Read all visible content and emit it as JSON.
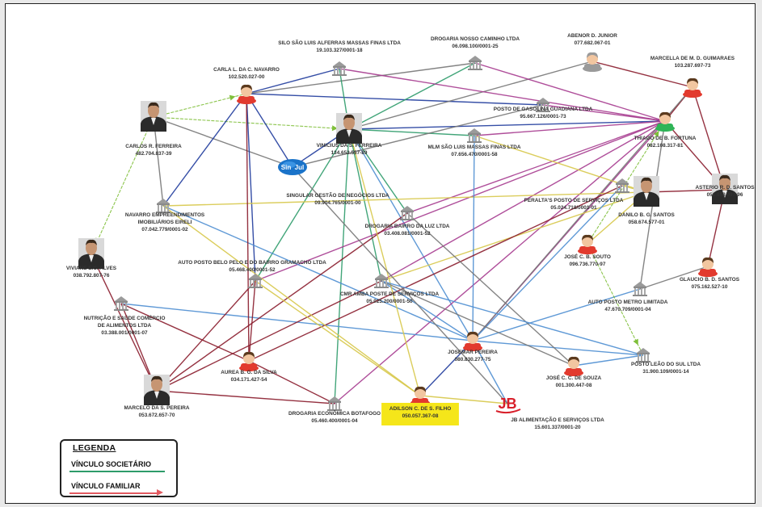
{
  "legend": {
    "title": "LEGENDA",
    "societario": "VÍNCULO SOCIETÁRIO",
    "familiar": "VÍNCULO FAMILIAR",
    "societario_color": "#2e9b6a",
    "familiar_color": "#e25a60"
  },
  "edge_colors": [
    "#1f3b9c",
    "#2e9b6a",
    "#a63b8f",
    "#8a1c2c",
    "#d7c84a",
    "#4e8ed1",
    "#777777",
    "#7fbf3a"
  ],
  "nodes": [
    {
      "id": "carlos",
      "kind": "photo",
      "label": "CARLOS R. FERREIRA",
      "sub": "482.704.837-39"
    },
    {
      "id": "carla",
      "kind": "person",
      "label": "CARLA L. DA C. NAVARRO",
      "sub": "102.520.027-00"
    },
    {
      "id": "silo",
      "kind": "company",
      "label": "SILO SÃO LUIS ALFERRAS MASSAS FINAS LTDA",
      "sub": "19.103.327/0001-18"
    },
    {
      "id": "drogaria_nc",
      "kind": "company",
      "label": "DROGARIA NOSSO CAMINHO LTDA",
      "sub": "06.098.100/0001-25"
    },
    {
      "id": "abenor",
      "kind": "person_gray",
      "label": "ABENOR D. JUNIOR",
      "sub": "077.682.067-01"
    },
    {
      "id": "marcella",
      "kind": "person",
      "label": "MARCELLA DE M. D. GUIMARAES",
      "sub": "103.287.697-73"
    },
    {
      "id": "posto_guadiana",
      "kind": "company",
      "label": "POSTO DE GASOLINA GUADIANA LTDA",
      "sub": "95.667.126/0001-73"
    },
    {
      "id": "vinicius",
      "kind": "photo",
      "label": "VINICIUS DA S. FERREIRA",
      "sub": "134.652.557-89"
    },
    {
      "id": "thiago",
      "kind": "person_green",
      "label": "THIAGO DE B. FORTUNA",
      "sub": "082.108.317-81"
    },
    {
      "id": "mlm",
      "kind": "company",
      "label": "MLM SÃO LUIS MASSAS FINAS LTDA",
      "sub": "07.656.470/0001-58"
    },
    {
      "id": "singular",
      "kind": "logo",
      "logo_text": "Sin  Jul",
      "label": "SINGULAR GESTÃO DE NEGÓCIOS LTDA",
      "sub": "09.904.765/0001-00"
    },
    {
      "id": "navarro",
      "kind": "company",
      "label": "NAVARRO EMPREENDIMENTOS",
      "label2": "IMOBILIÁRIOS EIRELI",
      "sub": "07.042.779/0001-02"
    },
    {
      "id": "peraltas",
      "kind": "company",
      "label": "PERALTA'S POSTO DE SERVIÇOS LTDA",
      "sub": "05.024.718/0001-01"
    },
    {
      "id": "danilo",
      "kind": "photo",
      "label": "DANILO B. G. SANTOS",
      "sub": "058.674.577-01"
    },
    {
      "id": "asterio",
      "kind": "photo",
      "label": "ASTERIO R. D. SANTOS",
      "sub": "051.658.097-96"
    },
    {
      "id": "drogaria_luz",
      "kind": "company",
      "label": "DROGARIA BAIRRO DA LUZ LTDA",
      "sub": "03.408.081/0001-52"
    },
    {
      "id": "viviane",
      "kind": "photo",
      "label": "VIVIANE E.C. ALVES",
      "sub": "038.792.807-76"
    },
    {
      "id": "auto_posto",
      "kind": "company",
      "label": "AUTO POSTO BELO PELO E DO BAIRRO GRAMACHO LTDA",
      "sub": "05.468.400/0001-52"
    },
    {
      "id": "jose_couto",
      "kind": "person",
      "label": "JOSÉ C. B. SOUTO",
      "sub": "096.736.770-97"
    },
    {
      "id": "glaucio",
      "kind": "person",
      "label": "GLAUCIO B. D. SANTOS",
      "sub": "075.162.527-10"
    },
    {
      "id": "cmr",
      "kind": "company",
      "label": "CMR AMBA POSTE DE SERVIÇOS LTDA",
      "sub": "05.025.200/0001-50"
    },
    {
      "id": "auto_metro",
      "kind": "company",
      "label": "AUTO POSTO METRO LIMITADA",
      "sub": "47.670.709/0001-04"
    },
    {
      "id": "nutricao",
      "kind": "company",
      "label": "NUTRIÇÃO E SAÚDE COMÉRCIO",
      "label2": "DE ALIMENTOS LTDA",
      "sub": "03.388.001/0001-07"
    },
    {
      "id": "josemar",
      "kind": "person",
      "label": "JOSEMAR PEREIRA",
      "sub": "080.830.277-75"
    },
    {
      "id": "posto_leao",
      "kind": "company",
      "label": "POSTO LEÃO DO SUL LTDA",
      "sub": "31.900.109/0001-14"
    },
    {
      "id": "aurea",
      "kind": "person",
      "label": "AUREA B. G. DA SILVA",
      "sub": "034.171.427-54"
    },
    {
      "id": "jose_souza",
      "kind": "person",
      "label": "JOSÉ C. C. DE SOUZA",
      "sub": "001.300.447-08"
    },
    {
      "id": "marcelo",
      "kind": "photo",
      "label": "MARCELO DA S. PEREIRA",
      "sub": "053.672.657-70"
    },
    {
      "id": "drogaria_eb",
      "kind": "company",
      "label": "DROGARIA ECONÔMICA BOTAFOGO",
      "sub": "05.460.400/0001-04"
    },
    {
      "id": "adilson",
      "kind": "person_highlight",
      "label": "ADILSON C. DE S. FILHO",
      "sub": "050.057.367-08"
    },
    {
      "id": "jb",
      "kind": "jb",
      "logo_text": "JB",
      "label": "JB ALIMENTAÇÃO E SERVIÇOS LTDA",
      "sub": "15.601.337/0001-20"
    }
  ],
  "edges": [
    [
      "carlos",
      "carla",
      7
    ],
    [
      "carlos",
      "vinicius",
      7
    ],
    [
      "carlos",
      "viviane",
      7
    ],
    [
      "carlos",
      "navarro",
      6
    ],
    [
      "carlos",
      "singular",
      6
    ],
    [
      "carla",
      "silo",
      0
    ],
    [
      "carla",
      "posto_guadiana",
      0
    ],
    [
      "carla",
      "singular",
      0
    ],
    [
      "carla",
      "navarro",
      0
    ],
    [
      "carla",
      "auto_posto",
      0
    ],
    [
      "carla",
      "drogaria_nc",
      6
    ],
    [
      "vinicius",
      "silo",
      1
    ],
    [
      "vinicius",
      "drogaria_nc",
      1
    ],
    [
      "vinicius",
      "mlm",
      1
    ],
    [
      "vinicius",
      "drogaria_luz",
      1
    ],
    [
      "vinicius",
      "auto_posto",
      1
    ],
    [
      "vinicius",
      "cmr",
      1
    ],
    [
      "vinicius",
      "drogaria_eb",
      1
    ],
    [
      "vinicius",
      "thiago",
      0
    ],
    [
      "vinicius",
      "singular",
      0
    ],
    [
      "vinicius",
      "josemar",
      5
    ],
    [
      "vinicius",
      "abenor",
      6
    ],
    [
      "thiago",
      "drogaria_nc",
      2
    ],
    [
      "thiago",
      "posto_guadiana",
      2
    ],
    [
      "thiago",
      "mlm",
      2
    ],
    [
      "thiago",
      "drogaria_luz",
      2
    ],
    [
      "thiago",
      "auto_posto",
      2
    ],
    [
      "thiago",
      "cmr",
      2
    ],
    [
      "thiago",
      "josemar",
      2
    ],
    [
      "thiago",
      "drogaria_eb",
      2
    ],
    [
      "thiago",
      "silo",
      2
    ],
    [
      "marcella",
      "thiago",
      3
    ],
    [
      "marcella",
      "asterio",
      3
    ],
    [
      "marcella",
      "josemar",
      6
    ],
    [
      "marcella",
      "abenor",
      3
    ],
    [
      "asterio",
      "danilo",
      3
    ],
    [
      "asterio",
      "glaucio",
      3
    ],
    [
      "asterio",
      "thiago",
      3
    ],
    [
      "danilo",
      "navarro",
      4
    ],
    [
      "danilo",
      "jose_couto",
      4
    ],
    [
      "danilo",
      "cmr",
      4
    ],
    [
      "danilo",
      "peraltas",
      4
    ],
    [
      "danilo",
      "mlm",
      4
    ],
    [
      "josemar",
      "peraltas",
      5
    ],
    [
      "josemar",
      "mlm",
      5
    ],
    [
      "josemar",
      "navarro",
      5
    ],
    [
      "josemar",
      "nutricao",
      5
    ],
    [
      "josemar",
      "auto_metro",
      5
    ],
    [
      "josemar",
      "posto_leao",
      5
    ],
    [
      "josemar",
      "cmr",
      5
    ],
    [
      "marcelo",
      "nutricao",
      3
    ],
    [
      "marcelo",
      "cmr",
      3
    ],
    [
      "marcelo",
      "drogaria_luz",
      3
    ],
    [
      "marcelo",
      "auto_posto",
      3
    ],
    [
      "marcelo",
      "drogaria_eb",
      3
    ],
    [
      "marcelo",
      "viviane",
      3
    ],
    [
      "aurea",
      "nutricao",
      3
    ],
    [
      "aurea",
      "drogaria_eb",
      3
    ],
    [
      "aurea",
      "auto_posto",
      3
    ],
    [
      "aurea",
      "carla",
      3
    ],
    [
      "aurea",
      "peraltas",
      3
    ],
    [
      "adilson",
      "navarro",
      4
    ],
    [
      "adilson",
      "jb",
      4
    ],
    [
      "adilson",
      "vinicius",
      4
    ],
    [
      "adilson",
      "auto_posto",
      4
    ],
    [
      "adilson",
      "josemar",
      0
    ],
    [
      "jose_souza",
      "posto_leao",
      5
    ],
    [
      "jose_souza",
      "cmr",
      6
    ],
    [
      "jose_souza",
      "drogaria_luz",
      6
    ],
    [
      "jb",
      "josemar",
      5
    ],
    [
      "jb",
      "singular",
      6
    ],
    [
      "glaucio",
      "auto_metro",
      6
    ],
    [
      "auto_metro",
      "thiago",
      6
    ],
    [
      "jose_couto",
      "posto_leao",
      7
    ],
    [
      "jose_couto",
      "thiago",
      7
    ],
    [
      "singular",
      "posto_guadiana",
      6
    ],
    [
      "posto_leao",
      "cmr",
      5
    ]
  ]
}
